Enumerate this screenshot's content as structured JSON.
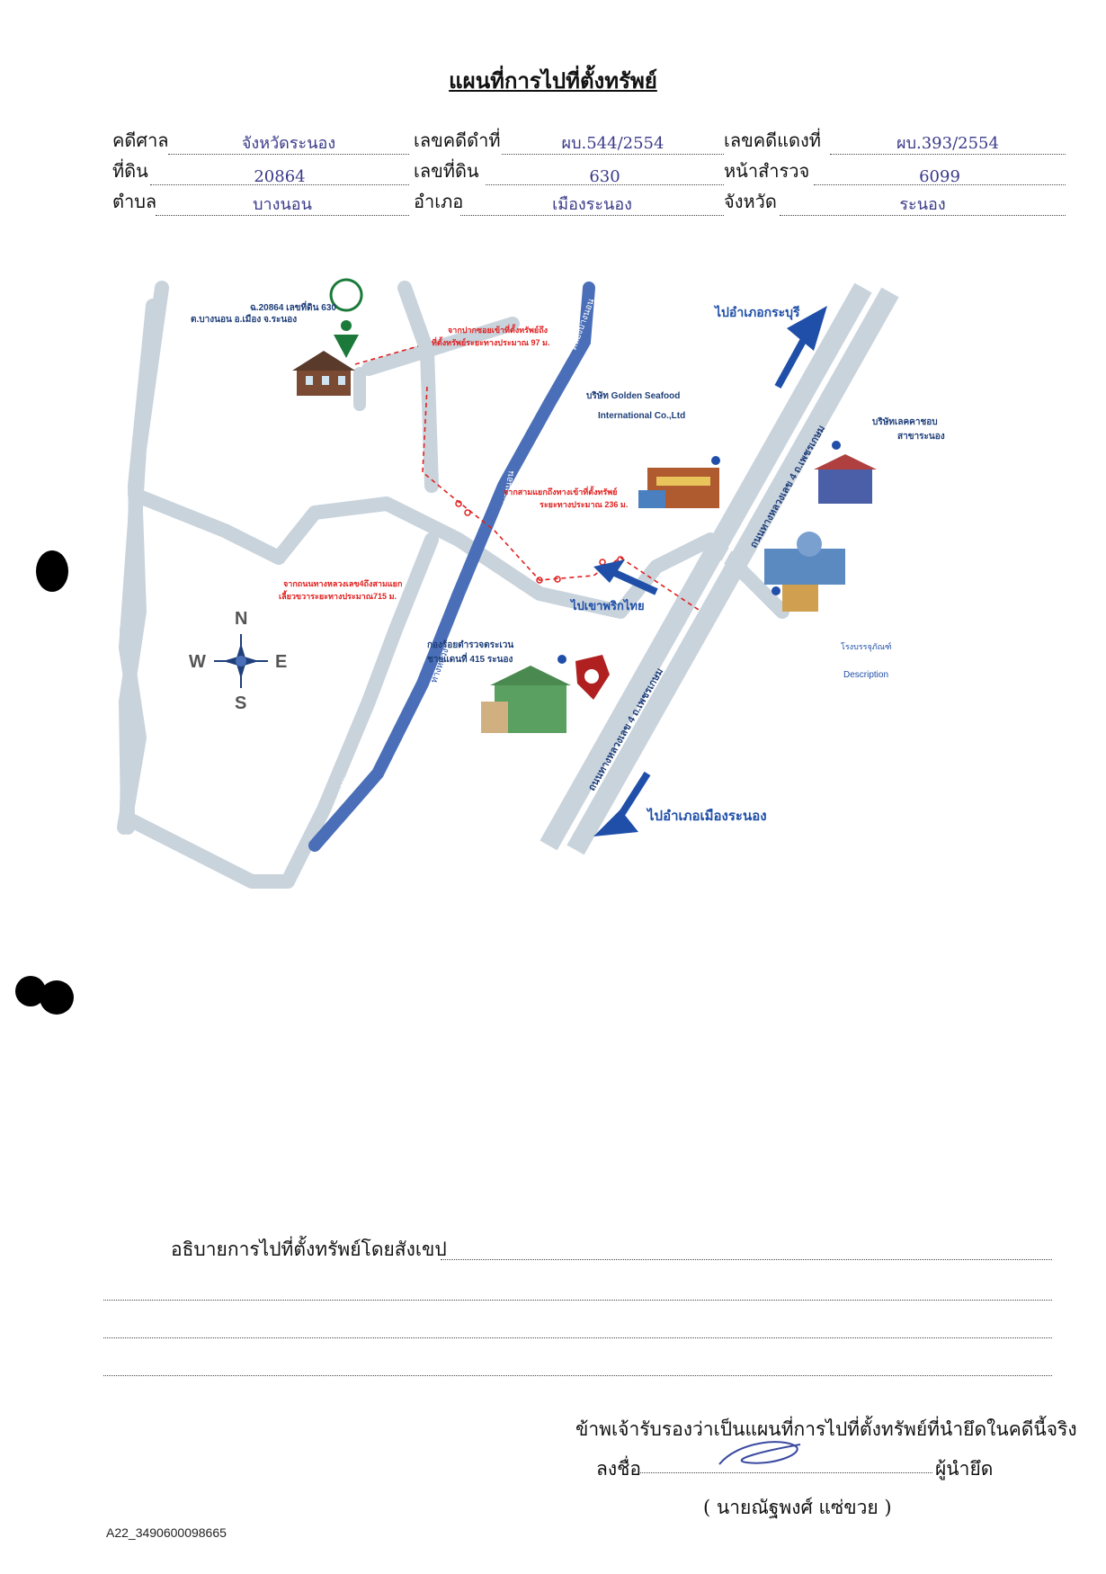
{
  "title": "แผนที่การไปที่ตั้งทรัพย์",
  "fields": {
    "court_label": "คดีศาล",
    "court_value": "จังหวัดระนอง",
    "black_case_label": "เลขคดีดำที่",
    "black_case_value": "ผบ.544/2554",
    "red_case_label": "เลขคดีแดงที่",
    "red_case_value": "ผบ.393/2554",
    "land_label": "ที่ดิน",
    "land_value": "20864",
    "land_no_label": "เลขที่ดิน",
    "land_no_value": "630",
    "survey_label": "หน้าสำรวจ",
    "survey_value": "6099",
    "subdistrict_label": "ตำบล",
    "subdistrict_value": "บางนอน",
    "district_label": "อำเภอ",
    "district_value": "เมืองระนอง",
    "province_label": "จังหวัด",
    "province_value": "ระนอง"
  },
  "map": {
    "property_line1": "ฉ.20864 เลขที่ดิน 630",
    "property_line2": "ต.บางนอน อ.เมือง จ.ระนอง",
    "note1_line1": "จากปากซอยเข้าที่ตั้งทรัพย์ถึง",
    "note1_line2": "ที่ตั้งทรัพย์ระยะทางประมาณ 97 ม.",
    "note2_line1": "จากสามแยกถึงทางเข้าที่ตั้งทรัพย์",
    "note2_line2": "ระยะทางประมาณ 236 ม.",
    "note3_line1": "จากถนนทางหลวงเลข4ถึงสามแยก",
    "note3_line2": "เลี้ยวขวาระยะทางประมาณ715 ม.",
    "to_kraburi": "ไปอำเภอกระบุรี",
    "to_muang": "ไปอำเภอเมืองระนอง",
    "to_khao_prik": "ไปเขาพริกไทย",
    "company1_line1": "บริษัท Golden Seafood",
    "company1_line2": "International Co.,Ltd",
    "company2_line1": "บริษัทเลคคาชอบ",
    "company2_line2": "สาขาระนอง",
    "police_line1": "กองร้อยตำรวจตระเวน",
    "police_line2": "ชายแดนที่ 415 ระนอง",
    "factory_label": "โรงบรรจุภัณฑ์",
    "description_label": "Description",
    "highway_label1": "ถนนทางหลวงเลข 4 ถ.เพชรเกษม",
    "highway_label2": "ถนนทางหลวงเลข 4 ถ.เพชรเกษม",
    "canal_label1": "คลองบางนอน",
    "canal_label2": "บางนอน",
    "canal_label3": "บางนอน",
    "compass_n": "N",
    "compass_s": "S",
    "compass_e": "E",
    "compass_w": "W",
    "colors": {
      "road": "#c9d3dc",
      "canal": "#4a6fb8",
      "arrow": "#1f4fa8",
      "route": "#e02020",
      "pin": "#1b7a3a"
    }
  },
  "description": {
    "label": "อธิบายการไปที่ตั้งทรัพย์โดยสังเขป"
  },
  "certification": {
    "statement": "ข้าพเจ้ารับรองว่าเป็นแผนที่การไปที่ตั้งทรัพย์ที่นำยึดในคดีนี้จริง",
    "sign_label": "ลงชื่อ",
    "role": "ผู้นำยึด",
    "name": "( นายณัฐพงศ์ แซ่ขวย )"
  },
  "footer_code": "A22_3490600098665"
}
